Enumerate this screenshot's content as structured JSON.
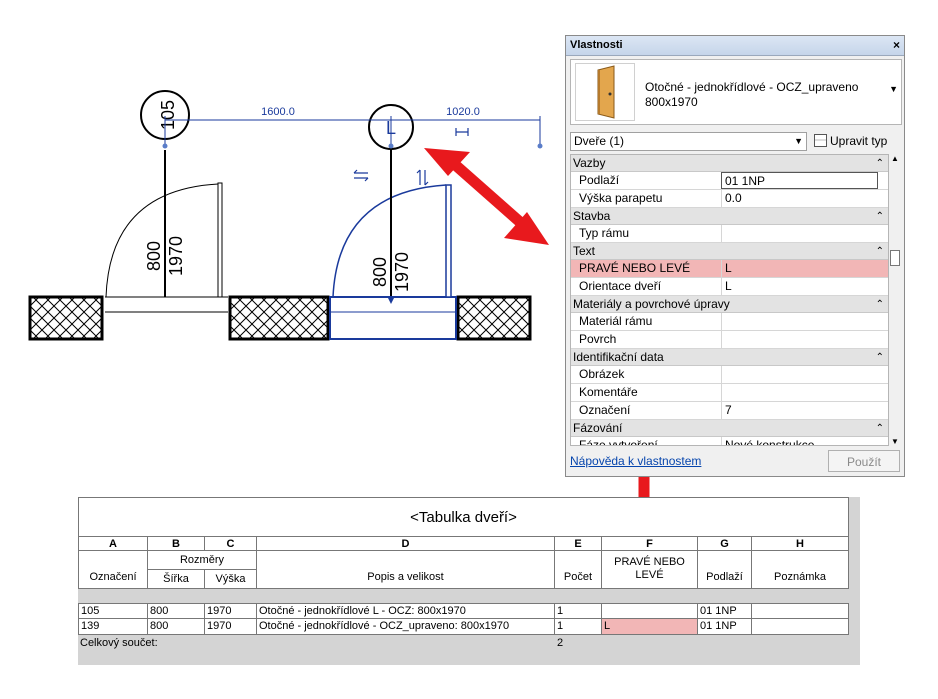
{
  "drawing": {
    "tag_left": "105",
    "tag_right": "L",
    "dim_left": "1600.0",
    "dim_right": "1020.0",
    "door_left": {
      "width": "800",
      "height": "1970"
    },
    "door_right": {
      "width": "800",
      "height": "1970"
    }
  },
  "properties": {
    "title": "Vlastnosti",
    "close_glyph": "×",
    "type_name_line1": "Otočné - jednokřídlové - OCZ_upraveno",
    "type_name_line2": "800x1970",
    "instance_combo": "Dveře (1)",
    "edit_type_label": "Upravit typ",
    "groups": {
      "vazby": "Vazby",
      "stavba": "Stavba",
      "text": "Text",
      "materialy": "Materiály a povrchové úpravy",
      "identifikace": "Identifikační data",
      "fazovani": "Fázování"
    },
    "rows": {
      "podlazi": {
        "name": "Podlaží",
        "value": "01 1NP"
      },
      "vyska_parapetu": {
        "name": "Výška parapetu",
        "value": "0.0"
      },
      "typ_ramu": {
        "name": "Typ rámu",
        "value": ""
      },
      "prave_nebo_leve": {
        "name": "PRAVÉ NEBO LEVÉ",
        "value": "L"
      },
      "orientace_dveri": {
        "name": "Orientace dveří",
        "value": "L"
      },
      "material_ramu": {
        "name": "Materiál rámu",
        "value": ""
      },
      "povrch": {
        "name": "Povrch",
        "value": ""
      },
      "obrazek": {
        "name": "Obrázek",
        "value": ""
      },
      "komentare": {
        "name": "Komentáře",
        "value": ""
      },
      "oznaceni": {
        "name": "Označení",
        "value": "7"
      },
      "faze_vytvoreni": {
        "name": "Fáze vytvoření",
        "value": "Nové konstrukce"
      }
    },
    "help_link": "Nápověda k vlastnostem",
    "apply_label": "Použít"
  },
  "schedule": {
    "title": "<Tabulka dveří>",
    "col_letters": [
      "A",
      "B",
      "C",
      "D",
      "E",
      "F",
      "G",
      "H"
    ],
    "group_header": "Rozměry",
    "f_header_line1": "PRAVÉ NEBO",
    "f_header_line2": "LEVÉ",
    "col_names": {
      "a": "Označení",
      "b": "Šířka",
      "c": "Výška",
      "d": "Popis a velikost",
      "e": "Počet",
      "g": "Podlaží",
      "h": "Poznámka"
    },
    "rows": [
      {
        "a": "105",
        "b": "800",
        "c": "1970",
        "d": "Otočné - jednokřídlové L - OCZ: 800x1970",
        "e": "1",
        "f": "",
        "g": "01 1NP",
        "h": ""
      },
      {
        "a": "139",
        "b": "800",
        "c": "1970",
        "d": "Otočné - jednokřídlové - OCZ_upraveno: 800x1970",
        "e": "1",
        "f": "L",
        "g": "01 1NP",
        "h": ""
      }
    ],
    "total_label": "Celkový součet:",
    "total_value": "2"
  },
  "colors": {
    "annotation_blue": "#1a3a9c",
    "highlight_red": "#f2b6b6",
    "arrow_red": "#e8191d"
  }
}
